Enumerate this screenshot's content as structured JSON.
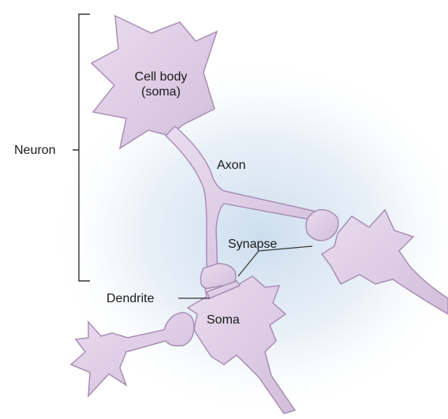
{
  "labels": {
    "neuron": "Neuron",
    "cell_body_line1": "Cell body",
    "cell_body_line2": "(soma)",
    "axon": "Axon",
    "synapse": "Synapse",
    "dendrite": "Dendrite",
    "soma": "Soma"
  },
  "colors": {
    "cell_fill": "#dccbe2",
    "cell_stroke": "#a88fb4",
    "cell_highlight": "#efe4f3",
    "glow": "#d6e4f2",
    "line": "#333333",
    "text": "#1a1a1a"
  }
}
